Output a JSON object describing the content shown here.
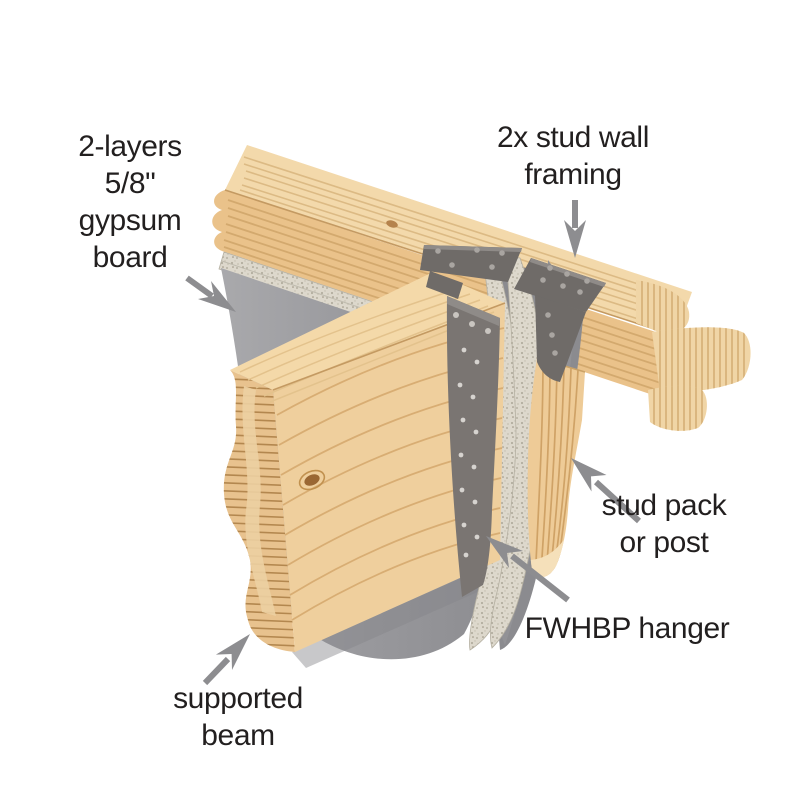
{
  "labels": {
    "gypsum_board": {
      "lines": [
        "2-layers",
        "5/8\"",
        "gypsum",
        "board"
      ]
    },
    "stud_wall": {
      "lines": [
        "2x stud wall",
        "framing"
      ]
    },
    "stud_pack": {
      "lines": [
        "stud pack",
        "or post"
      ]
    },
    "hanger": {
      "lines": [
        "FWHBP hanger"
      ]
    },
    "supported_beam": {
      "lines": [
        "supported",
        "beam"
      ]
    }
  },
  "colors": {
    "background": "#ffffff",
    "ink": "#221f1f",
    "arrow": "#8d8d90",
    "wood_face": "#eac28a",
    "wood_top": "#f3d9ab",
    "wood_end": "#f0d5a6",
    "gypsum_face": "#9c9ca0",
    "gypsum_core": "#ddd8cc",
    "steel": "#6f6b68"
  }
}
